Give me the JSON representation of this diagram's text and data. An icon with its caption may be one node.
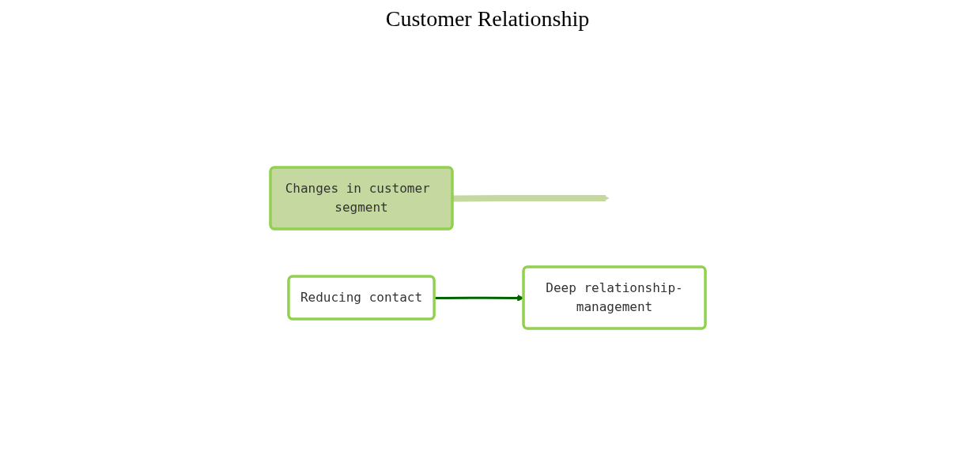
{
  "diagram": {
    "title": "Customer Relationship",
    "nodes": [
      {
        "text": [
          "Changes in customer segment"
        ]
      },
      {
        "text": [
          "Reducing contact"
        ]
      },
      {
        "text": [
          "Deep relationship-management"
        ]
      }
    ],
    "edges": [
      {
        "from": 1,
        "to": 2,
        "arrow": "to",
        "color": "#006400"
      },
      {
        "from": 0,
        "to": null,
        "arrow": "to",
        "style": "thick",
        "color": "#c5d8a0"
      }
    ]
  }
}
